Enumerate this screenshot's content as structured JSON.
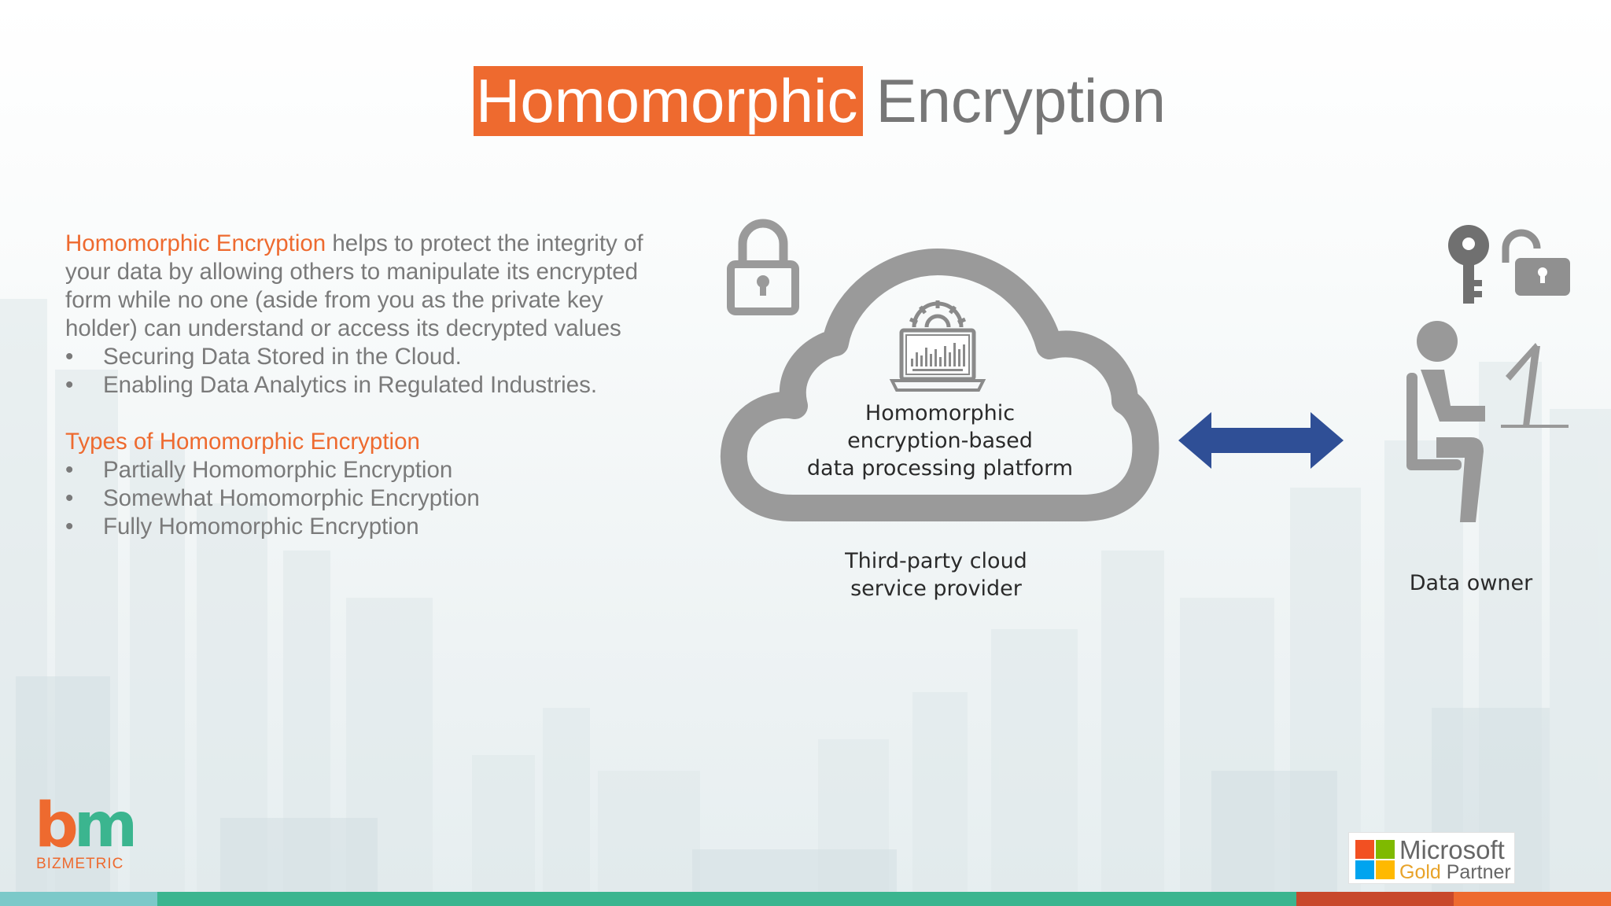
{
  "title": {
    "highlight": "Homomorphic",
    "rest": "Encryption"
  },
  "intro": {
    "highlight": "Homomorphic Encryption",
    "text": " helps to protect the integrity of your data by allowing others to manipulate its encrypted form while no one (aside from you as the private key holder) can understand or access its decrypted values"
  },
  "uses": [
    "Securing Data Stored in the Cloud.",
    "Enabling Data Analytics in Regulated Industries."
  ],
  "types_heading": "Types of Homomorphic Encryption",
  "types": [
    "Partially Homomorphic Encryption",
    "Somewhat Homomorphic Encryption",
    "Fully Homomorphic Encryption"
  ],
  "bullet_glyph": "•",
  "diagram": {
    "cloud_label": [
      "Homomorphic",
      "encryption-based",
      "data processing platform"
    ],
    "provider_label": [
      "Third-party cloud",
      "service provider"
    ],
    "owner_label": "Data owner"
  },
  "logo": {
    "letters_b": "b",
    "letters_m": "m",
    "name": "BIZMETRIC"
  },
  "partner": {
    "line1": "Microsoft",
    "gold": "Gold",
    "partner": " Partner"
  },
  "colors": {
    "accent_orange": "#ee6a2f",
    "accent_green": "#3bb58f",
    "arrow_blue": "#2f4f96",
    "icon_gray": "#9a9a9a"
  },
  "icons": [
    "lock-icon",
    "key-icon",
    "unlock-icon",
    "gear-icon",
    "laptop-chart-icon",
    "cloud-icon",
    "double-arrow-icon",
    "person-at-desk-icon"
  ]
}
